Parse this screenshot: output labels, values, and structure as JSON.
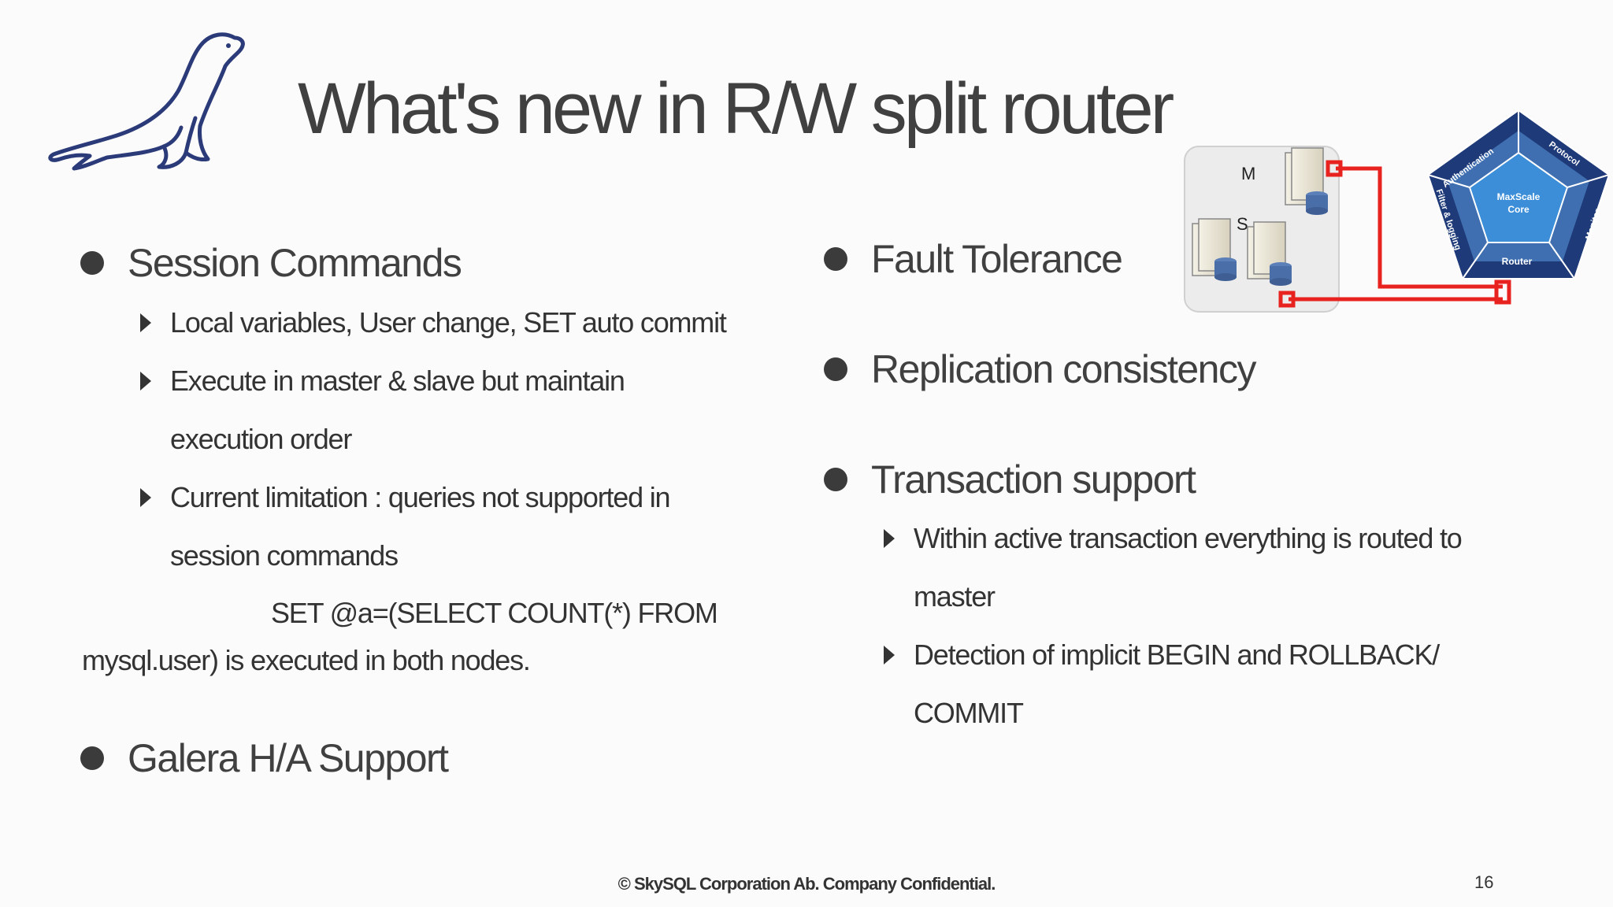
{
  "slide": {
    "title": "What's new in R/W split router",
    "left": {
      "session_commands": {
        "heading": "Session Commands",
        "items": [
          "Local variables, User change, SET auto commit",
          "Execute in master & slave but maintain",
          "execution order",
          "Current limitation : queries not supported in",
          "session commands"
        ],
        "example_line1": "SET @a=(SELECT COUNT(*) FROM",
        "example_line2": "mysql.user) is executed in both nodes."
      },
      "galera": {
        "heading": "Galera H/A Support"
      }
    },
    "right": {
      "fault_tolerance": {
        "heading": "Fault Tolerance"
      },
      "replication": {
        "heading": "Replication consistency"
      },
      "transaction": {
        "heading": "Transaction support",
        "items": [
          "Within active transaction everything is routed to",
          "master",
          "Detection of implicit BEGIN and ROLLBACK/",
          "COMMIT"
        ]
      }
    },
    "diagram": {
      "master_label": "M",
      "slave_label": "S",
      "pentagon": {
        "core_line1": "MaxScale",
        "core_line2": "Core",
        "authentication": "Authentication",
        "protocol": "Protocol",
        "monitor": "Monitor",
        "router": "Router",
        "filter": "Filter & logging"
      },
      "colors": {
        "connector": "#e8231f",
        "pentagon_dark": "#1e3a78",
        "pentagon_mid": "#3f6fb0",
        "core": "#3c8ed8"
      }
    },
    "footer": "© SkySQL Corporation Ab. Company Confidential.",
    "page_number": "16",
    "logo_icon": "seal-logo-icon"
  }
}
